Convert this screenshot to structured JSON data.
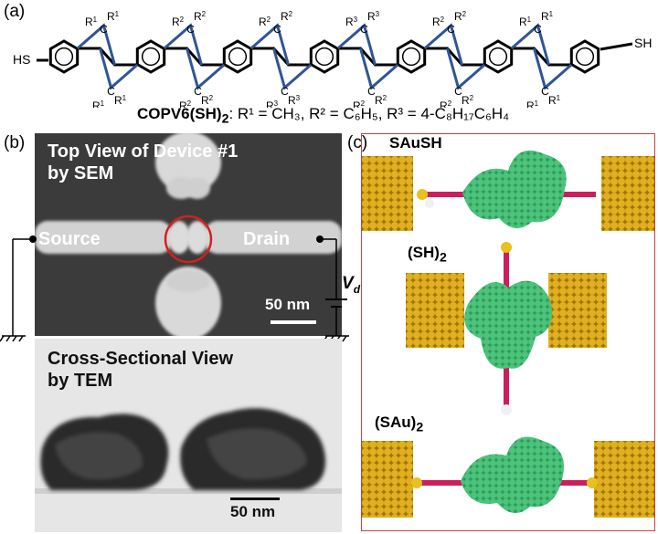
{
  "panel_a": {
    "label": "(a)",
    "end_groups": {
      "left": "HS",
      "right": "SH"
    },
    "substituents_top": [
      "R1",
      "R2",
      "R2",
      "R3",
      "R2",
      "R1"
    ],
    "substituents_bottom": [
      "R1",
      "R2",
      "R3",
      "R2",
      "R2",
      "R1"
    ],
    "formula": {
      "compound": "COPV6(SH)",
      "compound_sub": "2",
      "definitions": ": R¹ = CH₃, R² = C₆H₅, R³ = 4-C₈H₁₇C₆H₄"
    }
  },
  "panel_b": {
    "label": "(b)",
    "sem": {
      "title_line1": "Top View of Device #1",
      "title_line2": "by SEM",
      "source_label": "Source",
      "drain_label": "Drain",
      "scale_label": "50 nm"
    },
    "voltage": {
      "symbol": "V",
      "sub": "d"
    },
    "tem": {
      "title_line1": "Cross-Sectional View",
      "title_line2": "by TEM",
      "scale_label": "50 nm"
    }
  },
  "panel_c": {
    "label": "(c)",
    "configurations": [
      {
        "name": "SAuSH",
        "sub": ""
      },
      {
        "name": "(SH)",
        "sub": "2"
      },
      {
        "name": "(SAu)",
        "sub": "2"
      }
    ]
  },
  "colors": {
    "bond_blue": "#2f5597",
    "circle_red": "#d42020",
    "frame_red": "#c94040",
    "gold": "#d4a017",
    "molecule_green": "#3fb870",
    "sulfur_pink": "#cc1f5a"
  }
}
